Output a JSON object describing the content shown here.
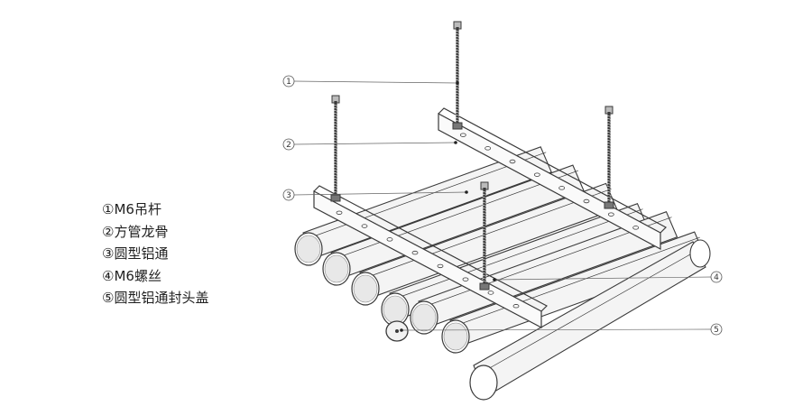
{
  "legend": {
    "items": [
      {
        "num": "①",
        "label": "M6吊杆"
      },
      {
        "num": "②",
        "label": "方管龙骨"
      },
      {
        "num": "③",
        "label": "圆型铝通"
      },
      {
        "num": "④",
        "label": "M6螺丝"
      },
      {
        "num": "⑤",
        "label": "圆型铝通封头盖"
      }
    ]
  },
  "callouts": [
    {
      "id": "1",
      "text": "1"
    },
    {
      "id": "2",
      "text": "2"
    },
    {
      "id": "3",
      "text": "3"
    },
    {
      "id": "4",
      "text": "4"
    },
    {
      "id": "5",
      "text": "5"
    }
  ],
  "colors": {
    "line": "#3a3a3a",
    "tube_fill": "#f4f4f4",
    "leader": "#666666"
  }
}
